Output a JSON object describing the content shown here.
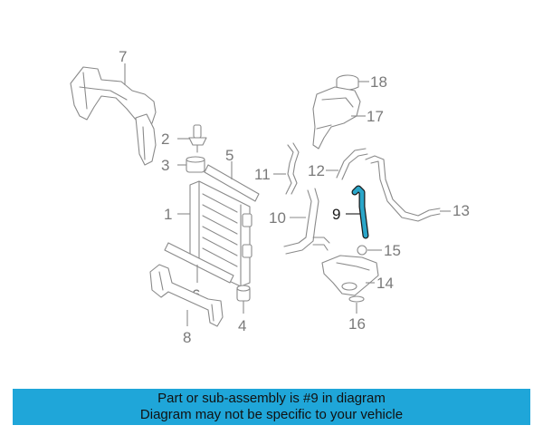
{
  "diagram": {
    "callouts": [
      {
        "id": "1",
        "label": "1"
      },
      {
        "id": "2",
        "label": "2"
      },
      {
        "id": "3",
        "label": "3"
      },
      {
        "id": "4",
        "label": "4"
      },
      {
        "id": "5",
        "label": "5"
      },
      {
        "id": "6",
        "label": "6"
      },
      {
        "id": "7",
        "label": "7"
      },
      {
        "id": "8",
        "label": "8"
      },
      {
        "id": "9",
        "label": "9"
      },
      {
        "id": "10",
        "label": "10"
      },
      {
        "id": "11",
        "label": "11"
      },
      {
        "id": "12",
        "label": "12"
      },
      {
        "id": "13",
        "label": "13"
      },
      {
        "id": "14",
        "label": "14"
      },
      {
        "id": "15",
        "label": "15"
      },
      {
        "id": "16",
        "label": "16"
      },
      {
        "id": "17",
        "label": "17"
      },
      {
        "id": "18",
        "label": "18"
      }
    ],
    "highlighted_part": "9",
    "highlight_color": "#2aa6c9",
    "line_color": "#8a8a8a"
  },
  "banner": {
    "line1": "Part or sub-assembly is #9 in diagram",
    "line2": "Diagram may not be specific to your vehicle",
    "background": "#1fa6d9"
  }
}
